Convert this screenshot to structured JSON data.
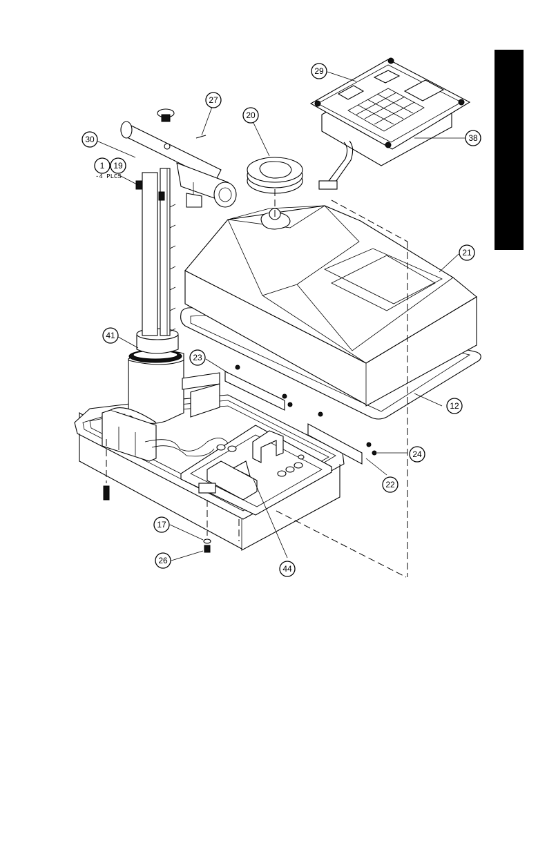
{
  "callouts": {
    "c1": "1",
    "c19": "19",
    "c12": "12",
    "c17": "17",
    "c20": "20",
    "c21": "21",
    "c22": "22",
    "c23": "23",
    "c24": "24",
    "c26": "26",
    "c27": "27",
    "c29": "29",
    "c30": "30",
    "c38": "38",
    "c41": "41",
    "c44": "44"
  },
  "notes": {
    "plcs": "-4 PLCS"
  },
  "colors": {
    "ink": "#000000",
    "paper": "#ffffff"
  }
}
